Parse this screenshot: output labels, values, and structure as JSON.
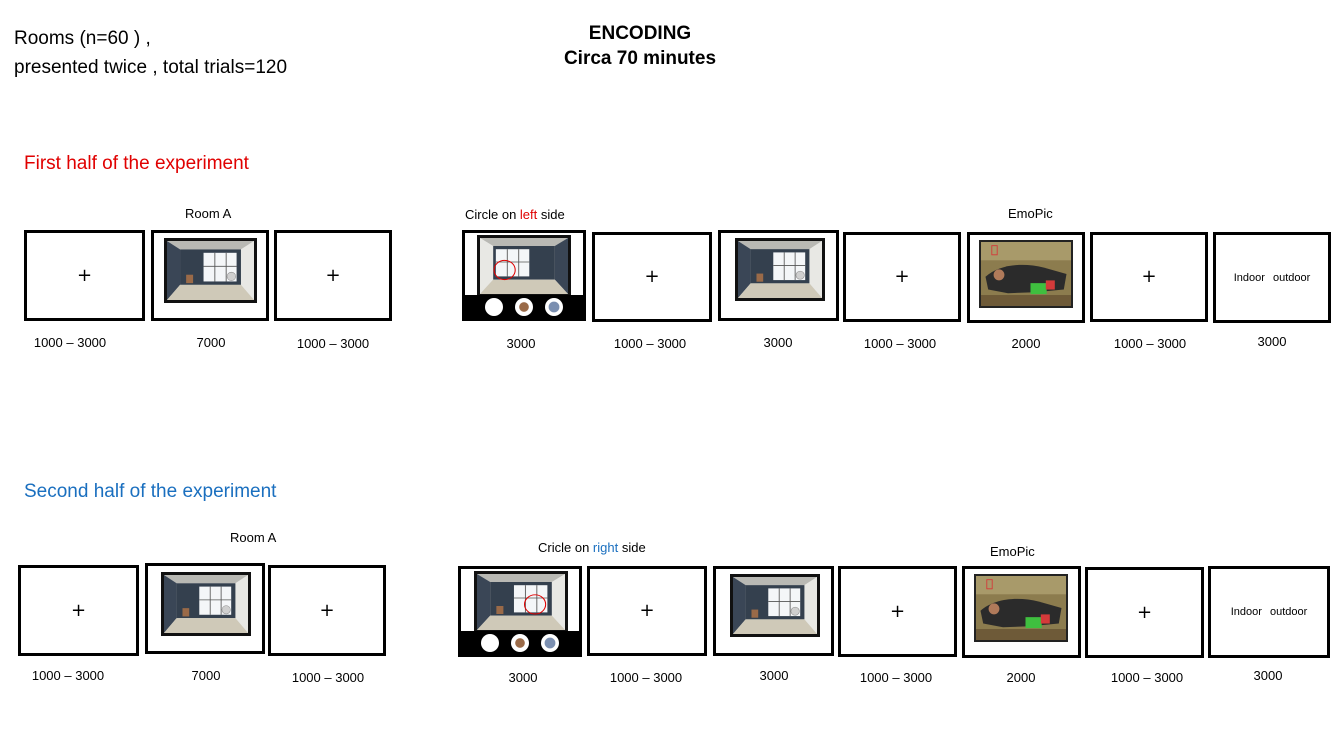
{
  "header": {
    "rooms_line1": "Rooms (n=60 )  ,",
    "rooms_line2": "presented twice , total trials=120",
    "title": "ENCODING",
    "subtitle": "Circa 70 minutes"
  },
  "first_half": {
    "heading": "First half of the experiment",
    "heading_color": "#e00000",
    "room_caption": "Room A",
    "circle_caption_pre": "Circle on ",
    "circle_caption_word": "left",
    "circle_caption_post": " side",
    "emopic_caption": "EmoPic",
    "fixation": "+",
    "indoor_outdoor": "Indoor outdoor",
    "timings": [
      "1000 – 3000",
      "7000",
      "1000 – 3000",
      "3000",
      "1000 – 3000",
      "3000",
      "1000 – 3000",
      "2000",
      "1000 – 3000",
      "3000"
    ]
  },
  "second_half": {
    "heading": "Second half of the experiment",
    "heading_color": "#1a6fbf",
    "room_caption": "Room A",
    "circle_caption_pre": "Cricle on ",
    "circle_caption_word": "right",
    "circle_caption_post": " side",
    "emopic_caption": "EmoPic",
    "fixation": "+",
    "indoor_outdoor": "Indoor outdoor",
    "timings": [
      "1000 – 3000",
      "7000",
      "1000 – 3000",
      "3000",
      "1000 – 3000",
      "3000",
      "1000 – 3000",
      "2000",
      "1000 – 3000",
      "3000"
    ]
  }
}
